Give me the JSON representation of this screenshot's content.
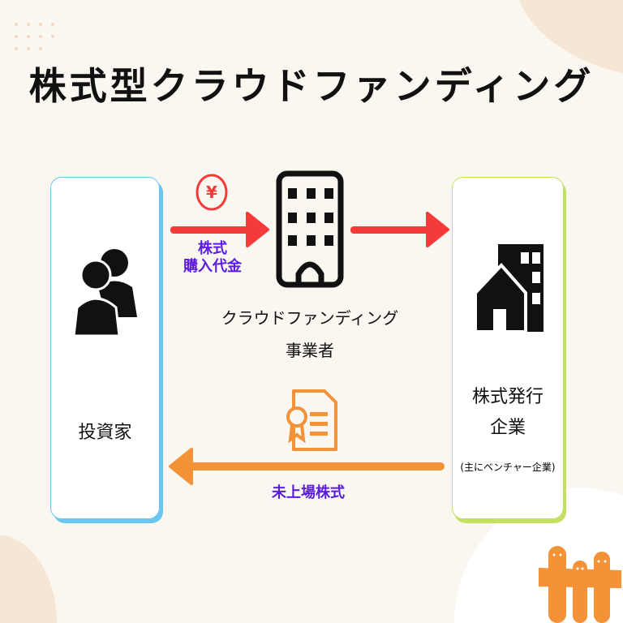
{
  "title": "株式型クラウドファンディング",
  "investor": {
    "label": "投資家",
    "icon": "people-icon"
  },
  "platform": {
    "label_line1": "クラウドファンディング",
    "label_line2": "事業者",
    "icon": "office-building-icon"
  },
  "company": {
    "label_line1": "株式発行",
    "label_line2": "企業",
    "note": "(主にベンチャー企業)",
    "icon": "house-building-icon"
  },
  "flows": {
    "payment": {
      "label_line1": "株式",
      "label_line2": "購入代金",
      "icon": "yen-coin-icon",
      "color": "#f53a3a"
    },
    "shares": {
      "label": "未上場株式",
      "icon": "certificate-icon",
      "color": "#f39236"
    }
  },
  "colors": {
    "background": "#faf6f0",
    "label_text": "#5a1de0",
    "investor_border": "#6cc6f2",
    "company_border": "#c4e060",
    "accent_orange": "#f39236"
  }
}
